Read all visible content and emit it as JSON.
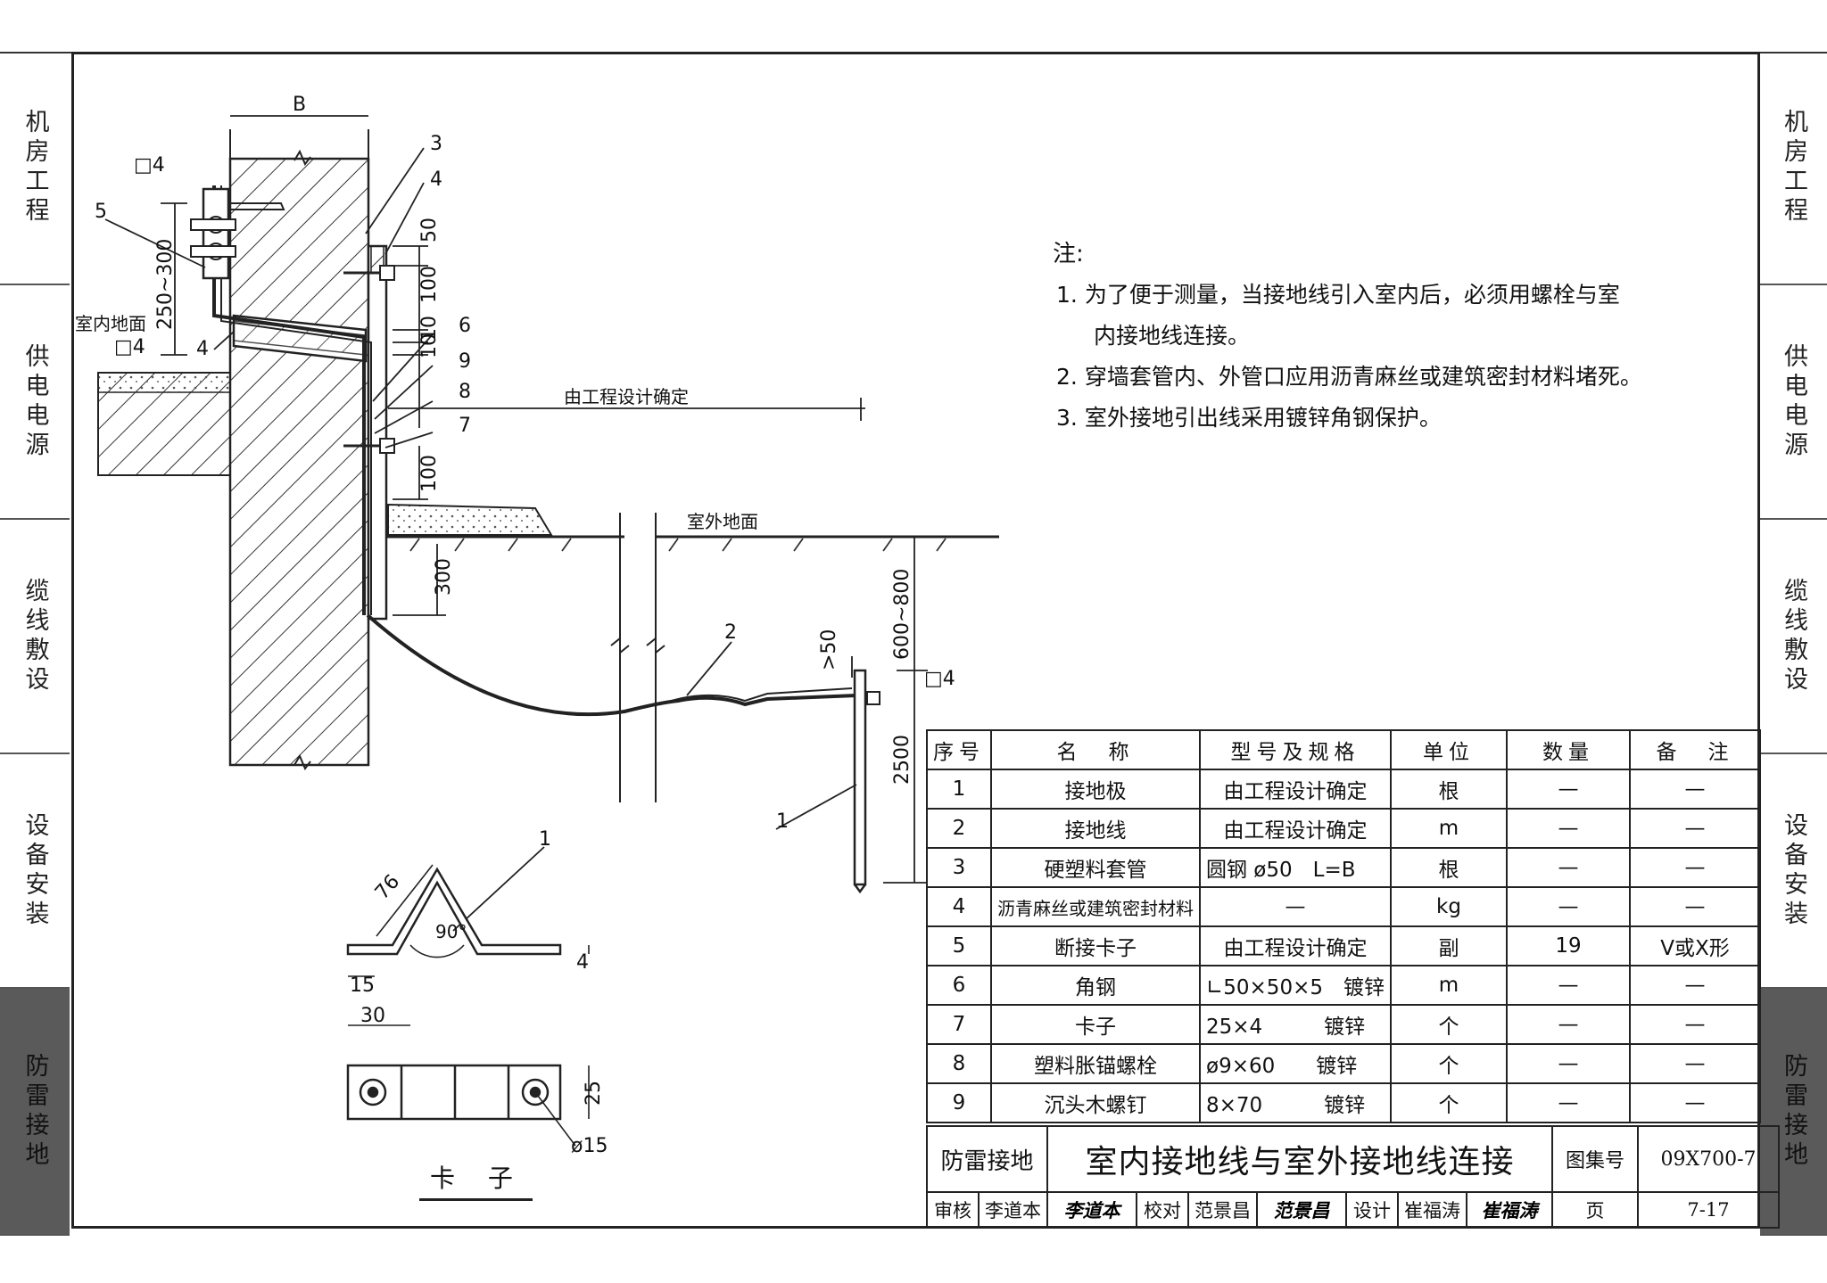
{
  "side_tabs": {
    "left": [
      {
        "label": "机房工程"
      },
      {
        "label": "供电电源"
      },
      {
        "label": "缆线敷设"
      },
      {
        "label": "设备安装"
      },
      {
        "label": "防雷接地",
        "active": true
      }
    ],
    "right": [
      {
        "label": "机房工程"
      },
      {
        "label": "供电电源"
      },
      {
        "label": "缆线敷设"
      },
      {
        "label": "设备安装"
      },
      {
        "label": "防雷接地",
        "active": true
      }
    ]
  },
  "drawing": {
    "dim_B": "B",
    "dim_250_300": "250~300",
    "dim_50": "50",
    "dim_100_top": "100",
    "dim_10a": "10",
    "dim_10b": "10",
    "dim_100_mid": "100",
    "dim_300": "300",
    "dim_600_800": "600~800",
    "dim_gt50": ">50",
    "dim_2500": "2500",
    "mark_square_4_top": "□4",
    "mark_square_4_mid": "□4",
    "mark_square_4_right": "□4",
    "label_indoor_floor": "室内地面",
    "label_outdoor_ground": "室外地面",
    "label_by_design": "由工程设计确定",
    "callouts": {
      "c1": "1",
      "c2": "2",
      "c3": "3",
      "c4a": "4",
      "c4b": "4",
      "c5": "5",
      "c6": "6",
      "c7": "7",
      "c8": "8",
      "c9": "9",
      "c1b": "1"
    },
    "clamp": {
      "dim_76": "76",
      "angle_90": "90°",
      "dim_4": "4",
      "dim_15": "15",
      "dim_30": "30",
      "dim_25": "25",
      "dim_phi15": "ø15",
      "caption": "卡 子"
    }
  },
  "notes": {
    "title": "注:",
    "items": [
      {
        "num": "1.",
        "text": "为了便于测量，当接地线引入室内后，必须用螺栓与室",
        "cont": "内接地线连接。"
      },
      {
        "num": "2.",
        "text": "穿墙套管内、外管口应用沥青麻丝或建筑密封材料堵死。"
      },
      {
        "num": "3.",
        "text": "室外接地引出线采用镀锌角钢保护。"
      }
    ]
  },
  "parts_table": {
    "headers": [
      "序号",
      "名　称",
      "型号及规格",
      "单位",
      "数量",
      "备　注"
    ],
    "rows": [
      [
        "1",
        "接地极",
        "由工程设计确定",
        "根",
        "—",
        "—"
      ],
      [
        "2",
        "接地线",
        "由工程设计确定",
        "m",
        "—",
        "—"
      ],
      [
        "3",
        "硬塑料套管",
        "圆钢 ø50　L=B",
        "根",
        "—",
        "—"
      ],
      [
        "4",
        "沥青麻丝或建筑密封材料",
        "—",
        "kg",
        "—",
        "—"
      ],
      [
        "5",
        "断接卡子",
        "由工程设计确定",
        "副",
        "19",
        "V或X形"
      ],
      [
        "6",
        "角钢",
        "∟50×50×5　镀锌",
        "m",
        "—",
        "—"
      ],
      [
        "7",
        "卡子",
        "25×4　　　镀锌",
        "个",
        "—",
        "—"
      ],
      [
        "8",
        "塑料胀锚螺栓",
        "ø9×60　　镀锌",
        "个",
        "—",
        "—"
      ],
      [
        "9",
        "沉头木螺钉",
        "8×70　　　镀锌",
        "个",
        "—",
        "—"
      ]
    ]
  },
  "title_block": {
    "category": "防雷接地",
    "title": "室内接地线与室外接地线连接",
    "atlas_label": "图集号",
    "atlas_no": "09X700-7",
    "review_label": "审核",
    "reviewer": "李道本",
    "reviewer_sig": "李道本",
    "check_label": "校对",
    "checker": "范景昌",
    "checker_sig": "范景昌",
    "design_label": "设计",
    "designer": "崔福涛",
    "designer_sig": "崔福涛",
    "page_label": "页",
    "page_no": "7-17"
  }
}
